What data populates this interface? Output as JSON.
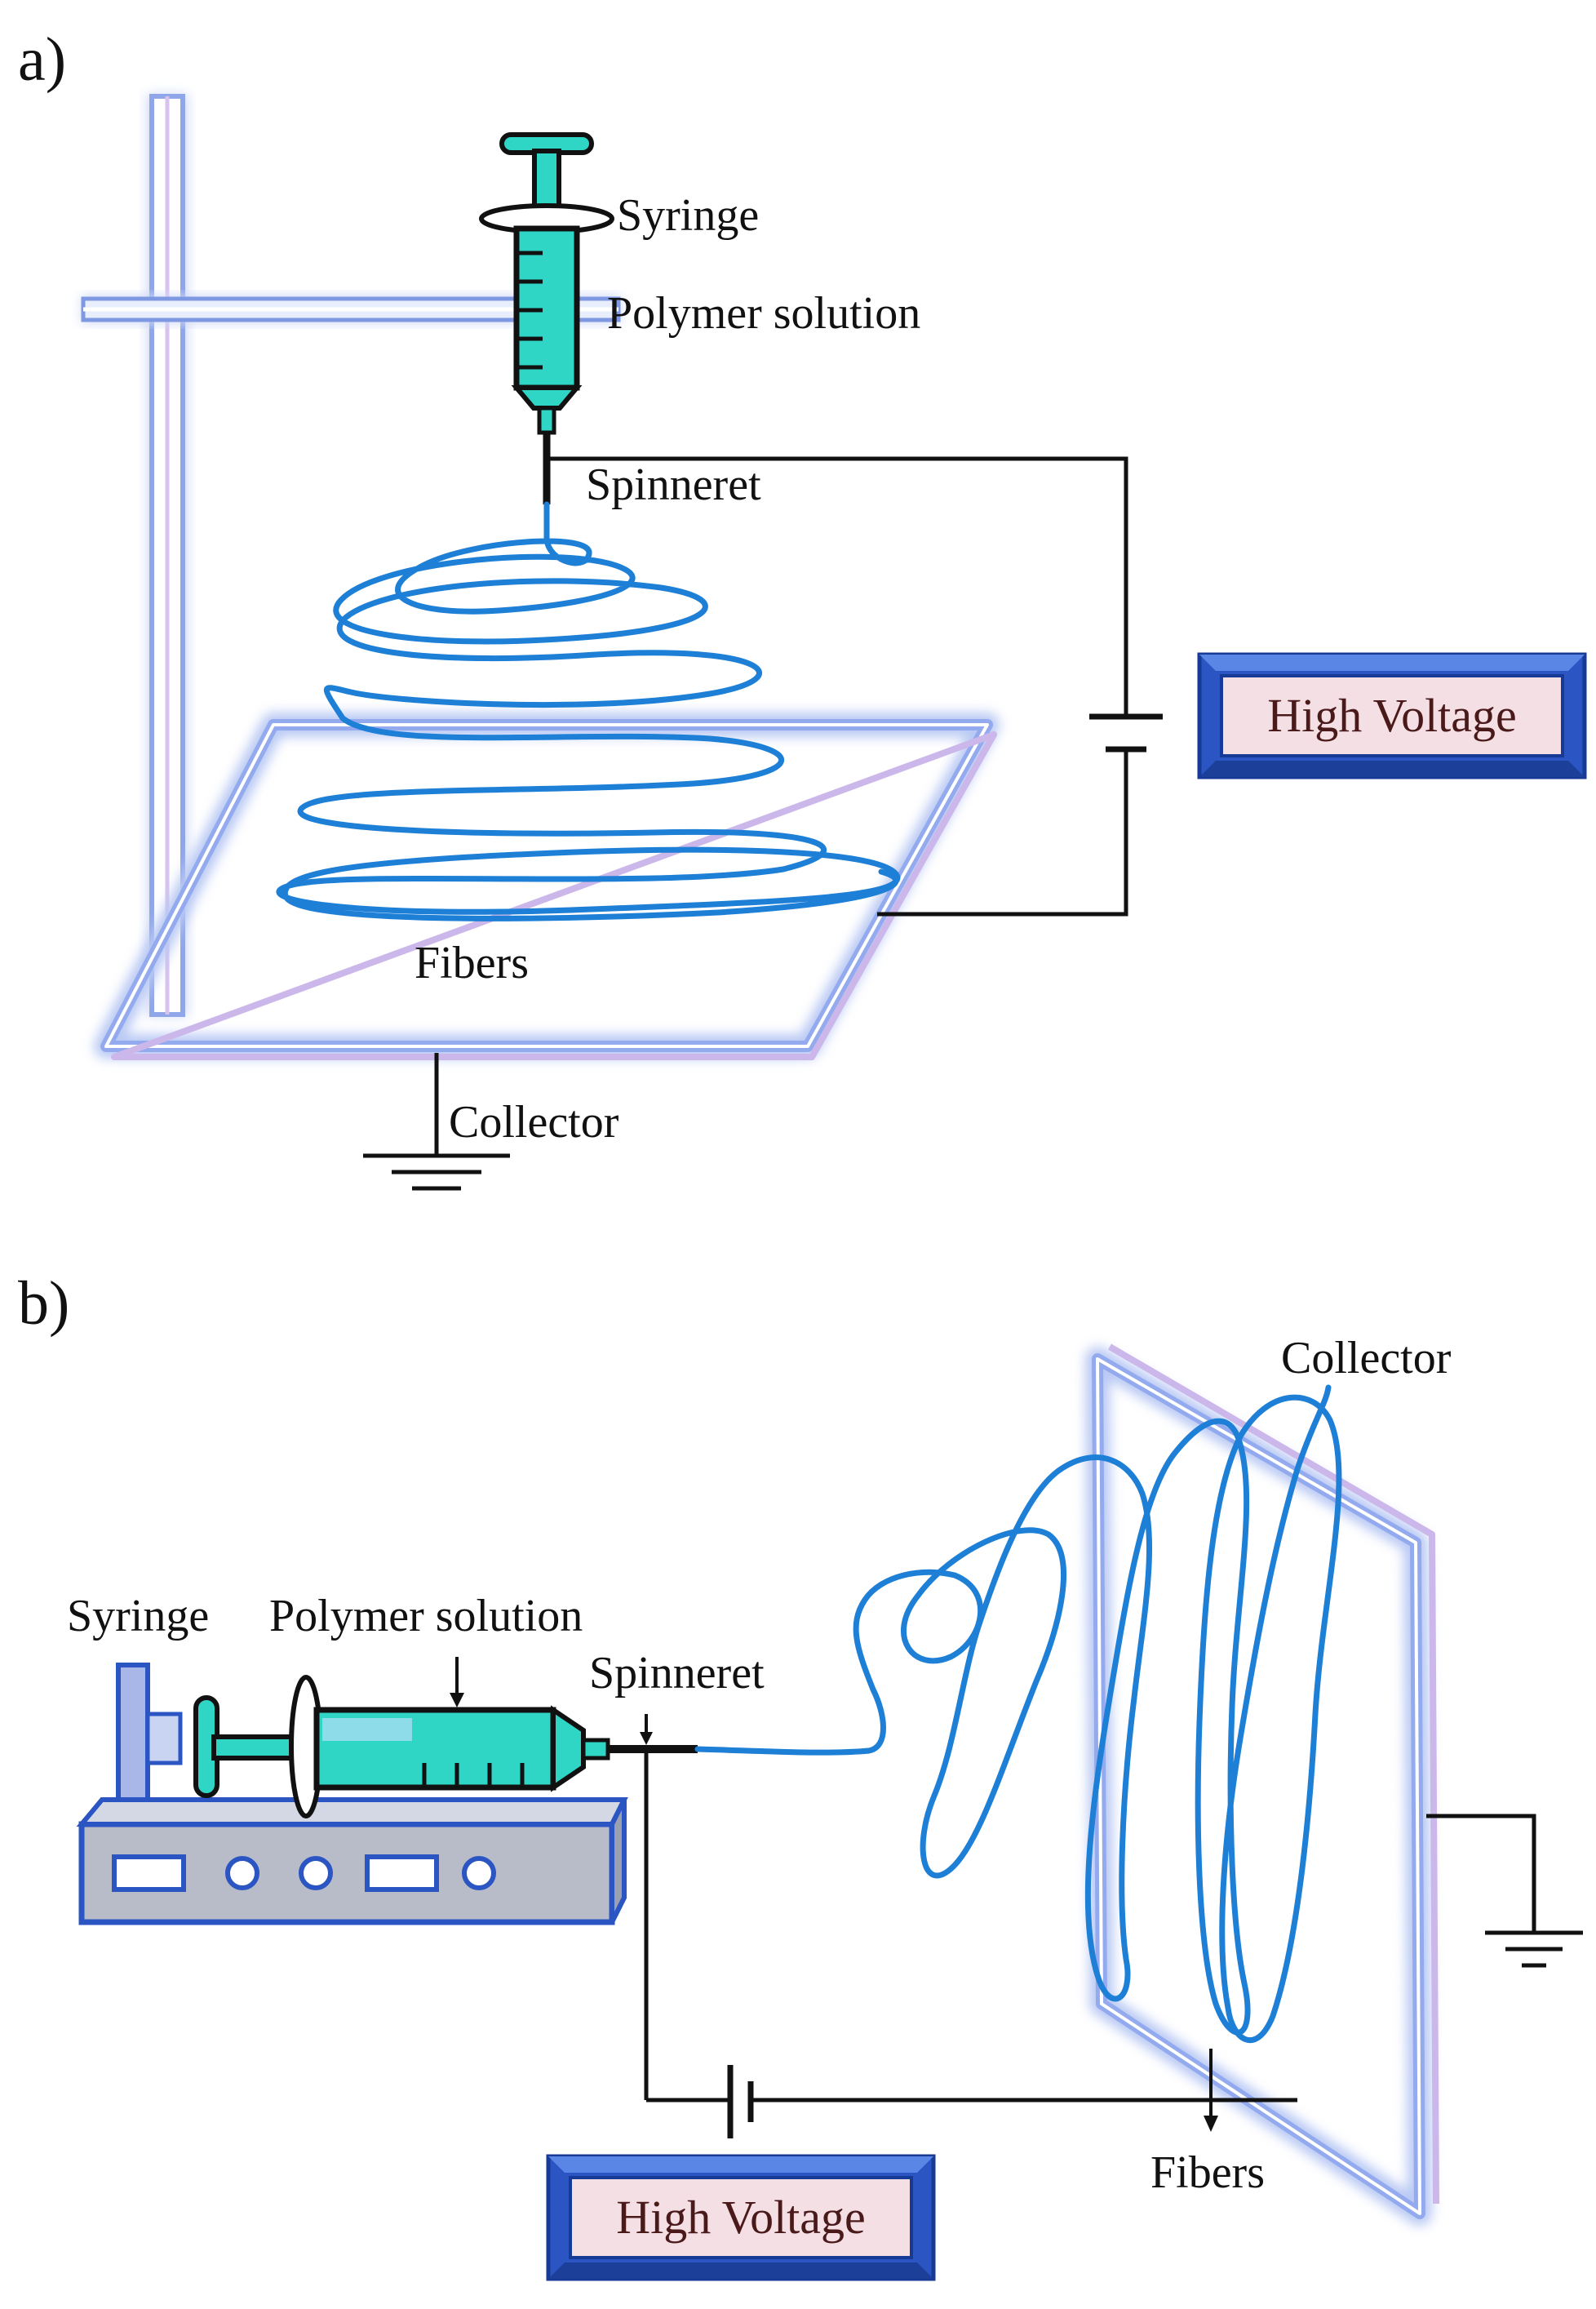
{
  "panel_a": {
    "letter": "a)",
    "labels": {
      "syringe": "Syringe",
      "polymer_solution": "Polymer solution",
      "spinneret": "Spinneret",
      "fibers": "Fibers",
      "collector": "Collector",
      "high_voltage": "High Voltage"
    }
  },
  "panel_b": {
    "letter": "b)",
    "labels": {
      "syringe": "Syringe",
      "polymer_solution": "Polymer solution",
      "spinneret": "Spinneret",
      "fibers": "Fibers",
      "collector": "Collector",
      "high_voltage": "High Voltage"
    }
  },
  "colors": {
    "fiber": "#1e7fd6",
    "solution": "#2fd6c6",
    "frame_glow": "#b9c9f4",
    "box_border": "#2a55c2",
    "box_fill": "#f3dfe4",
    "wire": "#111111"
  }
}
